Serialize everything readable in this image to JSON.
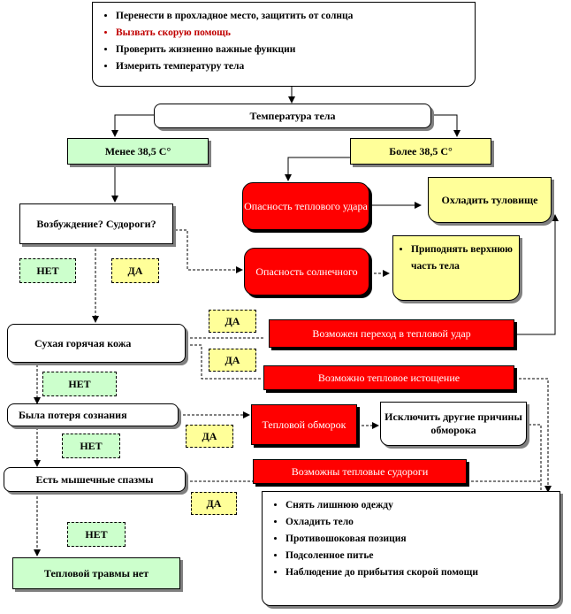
{
  "top_box": {
    "items": [
      {
        "text": "Перенести в прохладное место, защитить  от солнца",
        "color": "#000000"
      },
      {
        "text": "Вызвать скорую помощь",
        "color": "#c00000"
      },
      {
        "text": "Проверить  жизненно важные функции",
        "color": "#000000"
      },
      {
        "text": "Измерить температуру тела",
        "color": "#000000"
      }
    ]
  },
  "nodes": {
    "temperature": "Температура тела",
    "less": "Менее 38,5 С°",
    "more": "Более 38,5 С°",
    "excitation": "Возбуждение? Судороги?",
    "heatstroke_danger": "Опасность теплового удара",
    "cool_body": "Охладить туловище",
    "sunstroke_danger": "Опасность солнечного",
    "raise_upper": "Приподнять верхнюю часть тела",
    "dry_skin": "Сухая горячая кожа",
    "transition_heatstroke": "Возможен переход в тепловой удар",
    "heat_exhaustion": "Возможно тепловое истощение",
    "consciousness_loss": "Была потеря сознания",
    "heat_syncope": "Тепловой обморок",
    "exclude_causes": "Исключить другие причины обморока",
    "muscle_spasms": "Есть мышечные спазмы",
    "heat_cramps": "Возможны тепловые судороги",
    "no_injury": "Тепловой травмы нет"
  },
  "labels": {
    "no1": "НЕТ",
    "yes1": "ДА",
    "yes2": "ДА",
    "yes3": "ДА",
    "no2": "НЕТ",
    "yes4": "ДА",
    "no3": "НЕТ",
    "yes5": "ДА",
    "no4": "НЕТ"
  },
  "bottom_box": {
    "items": [
      "Снять лишнюю одежду",
      "Охладить тело",
      "Противошоковая  позиция",
      "Подсоленное питье",
      "Наблюдение до прибытия скорой помощи"
    ]
  },
  "colors": {
    "red": "#ff0000",
    "green": "#ccffcc",
    "yellow": "#ffff99"
  }
}
